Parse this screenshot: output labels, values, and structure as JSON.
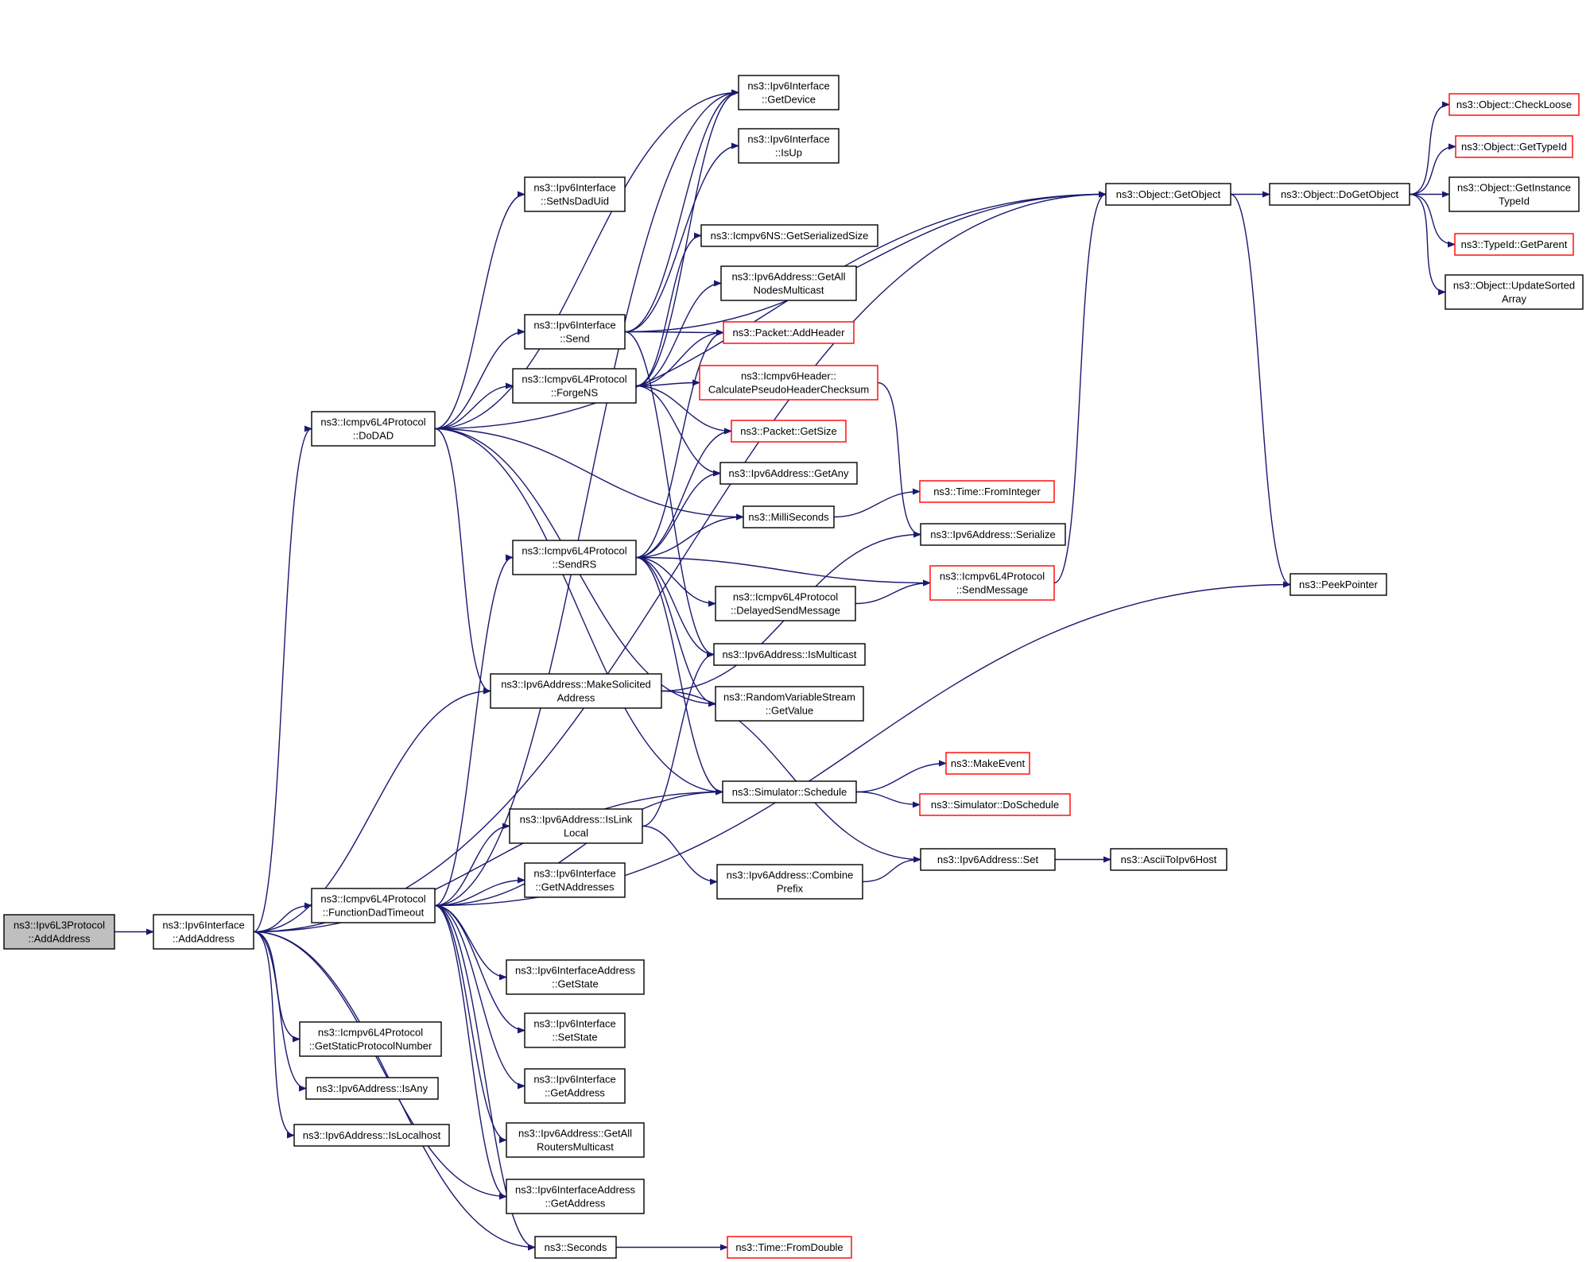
{
  "colors": {
    "edge": "#191970",
    "truncated_border": "#ff0000",
    "root_fill": "#bfbfbf"
  },
  "nodes": {
    "n00": {
      "lines": [
        "ns3::Ipv6L3Protocol",
        "::AddAddress"
      ]
    },
    "n01": {
      "lines": [
        "ns3::Ipv6Interface",
        "::AddAddress"
      ]
    },
    "n02": {
      "lines": [
        "ns3::Icmpv6L4Protocol",
        "::DoDAD"
      ]
    },
    "n03": {
      "lines": [
        "ns3::Icmpv6L4Protocol",
        "::FunctionDadTimeout"
      ]
    },
    "n04": {
      "lines": [
        "ns3::Icmpv6L4Protocol",
        "::GetStaticProtocolNumber"
      ]
    },
    "n05": {
      "lines": [
        "ns3::Ipv6Address::IsAny"
      ]
    },
    "n06": {
      "lines": [
        "ns3::Ipv6Address::IsLocalhost"
      ]
    },
    "n07": {
      "lines": [
        "ns3::Ipv6Interface",
        "::SetNsDadUid"
      ]
    },
    "n08": {
      "lines": [
        "ns3::Ipv6Interface",
        "::Send"
      ]
    },
    "n09": {
      "lines": [
        "ns3::Icmpv6L4Protocol",
        "::ForgeNS"
      ]
    },
    "n10": {
      "lines": [
        "ns3::Icmpv6L4Protocol",
        "::SendRS"
      ]
    },
    "n11": {
      "lines": [
        "ns3::Ipv6Address::MakeSolicited",
        "Address"
      ]
    },
    "n12": {
      "lines": [
        "ns3::Ipv6Address::IsLink",
        "Local"
      ]
    },
    "n13": {
      "lines": [
        "ns3::Ipv6Interface",
        "::GetNAddresses"
      ]
    },
    "n14": {
      "lines": [
        "ns3::Ipv6InterfaceAddress",
        "::GetState"
      ]
    },
    "n15": {
      "lines": [
        "ns3::Ipv6Interface",
        "::SetState"
      ]
    },
    "n16": {
      "lines": [
        "ns3::Ipv6Interface",
        "::GetAddress"
      ]
    },
    "n17": {
      "lines": [
        "ns3::Ipv6Address::GetAll",
        "RoutersMulticast"
      ]
    },
    "n18": {
      "lines": [
        "ns3::Ipv6InterfaceAddress",
        "::GetAddress"
      ]
    },
    "n19": {
      "lines": [
        "ns3::Seconds"
      ]
    },
    "n20": {
      "lines": [
        "ns3::Ipv6Interface",
        "::GetDevice"
      ]
    },
    "n21": {
      "lines": [
        "ns3::Ipv6Interface",
        "::IsUp"
      ]
    },
    "n22": {
      "lines": [
        "ns3::Icmpv6NS::GetSerializedSize"
      ]
    },
    "n23": {
      "lines": [
        "ns3::Ipv6Address::GetAll",
        "NodesMulticast"
      ]
    },
    "n24": {
      "lines": [
        "ns3::Packet::AddHeader"
      ]
    },
    "n25": {
      "lines": [
        "ns3::Icmpv6Header::",
        "CalculatePseudoHeaderChecksum"
      ]
    },
    "n26": {
      "lines": [
        "ns3::Packet::GetSize"
      ]
    },
    "n27": {
      "lines": [
        "ns3::Ipv6Address::GetAny"
      ]
    },
    "n28": {
      "lines": [
        "ns3::MilliSeconds"
      ]
    },
    "n29": {
      "lines": [
        "ns3::Icmpv6L4Protocol",
        "::DelayedSendMessage"
      ]
    },
    "n30": {
      "lines": [
        "ns3::Ipv6Address::IsMulticast"
      ]
    },
    "n31": {
      "lines": [
        "ns3::RandomVariableStream",
        "::GetValue"
      ]
    },
    "n32": {
      "lines": [
        "ns3::Simulator::Schedule"
      ]
    },
    "n33": {
      "lines": [
        "ns3::Ipv6Address::Combine",
        "Prefix"
      ]
    },
    "n34": {
      "lines": [
        "ns3::Time::FromDouble"
      ]
    },
    "n35": {
      "lines": [
        "ns3::Object::GetObject"
      ]
    },
    "n36": {
      "lines": [
        "ns3::Time::FromInteger"
      ]
    },
    "n37": {
      "lines": [
        "ns3::Ipv6Address::Serialize"
      ]
    },
    "n38": {
      "lines": [
        "ns3::Icmpv6L4Protocol",
        "::SendMessage"
      ]
    },
    "n39": {
      "lines": [
        "ns3::MakeEvent"
      ]
    },
    "n40": {
      "lines": [
        "ns3::Simulator::DoSchedule"
      ]
    },
    "n41": {
      "lines": [
        "ns3::Ipv6Address::Set"
      ]
    },
    "n42": {
      "lines": [
        "ns3::AsciiToIpv6Host"
      ]
    },
    "n43": {
      "lines": [
        "ns3::Object::DoGetObject"
      ]
    },
    "n44": {
      "lines": [
        "ns3::PeekPointer"
      ]
    },
    "n45": {
      "lines": [
        "ns3::Object::CheckLoose"
      ]
    },
    "n46": {
      "lines": [
        "ns3::Object::GetTypeId"
      ]
    },
    "n47": {
      "lines": [
        "ns3::Object::GetInstance",
        "TypeId"
      ]
    },
    "n48": {
      "lines": [
        "ns3::TypeId::GetParent"
      ]
    },
    "n49": {
      "lines": [
        "ns3::Object::UpdateSorted",
        "Array"
      ]
    }
  }
}
